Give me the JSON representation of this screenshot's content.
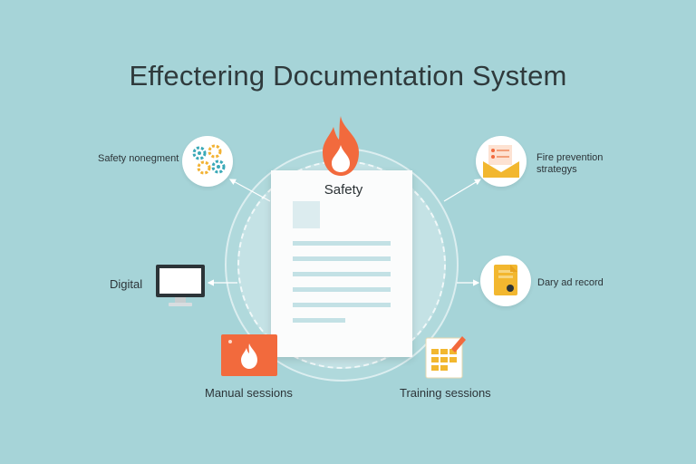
{
  "title": "Effectering Documentation System",
  "center": {
    "label": "Safety"
  },
  "nodes": {
    "safety_management": {
      "label": "Safety nonegment"
    },
    "fire_prevention": {
      "label_line1": "Fire prevention",
      "label_line2": "strategys"
    },
    "digital": {
      "label": "Digital"
    },
    "daily_record": {
      "label": "Dary ad record"
    },
    "manual_sessions": {
      "label": "Manual sessions"
    },
    "training_sessions": {
      "label": "Training sessions"
    }
  },
  "colors": {
    "background": "#a6d4d8",
    "flame_orange": "#f26a3d",
    "gear_teal": "#3aa9b7",
    "gear_yellow": "#f2b233",
    "folder_yellow": "#f2b72f",
    "manual_card": "#f26a3d"
  },
  "icons": {
    "center": "flame-icon",
    "safety_management": "gears-icon",
    "fire_prevention": "envelope-document-icon",
    "digital": "monitor-icon",
    "daily_record": "clipboard-icon",
    "manual_sessions": "flame-card-icon",
    "training_sessions": "calendar-pencil-icon"
  }
}
